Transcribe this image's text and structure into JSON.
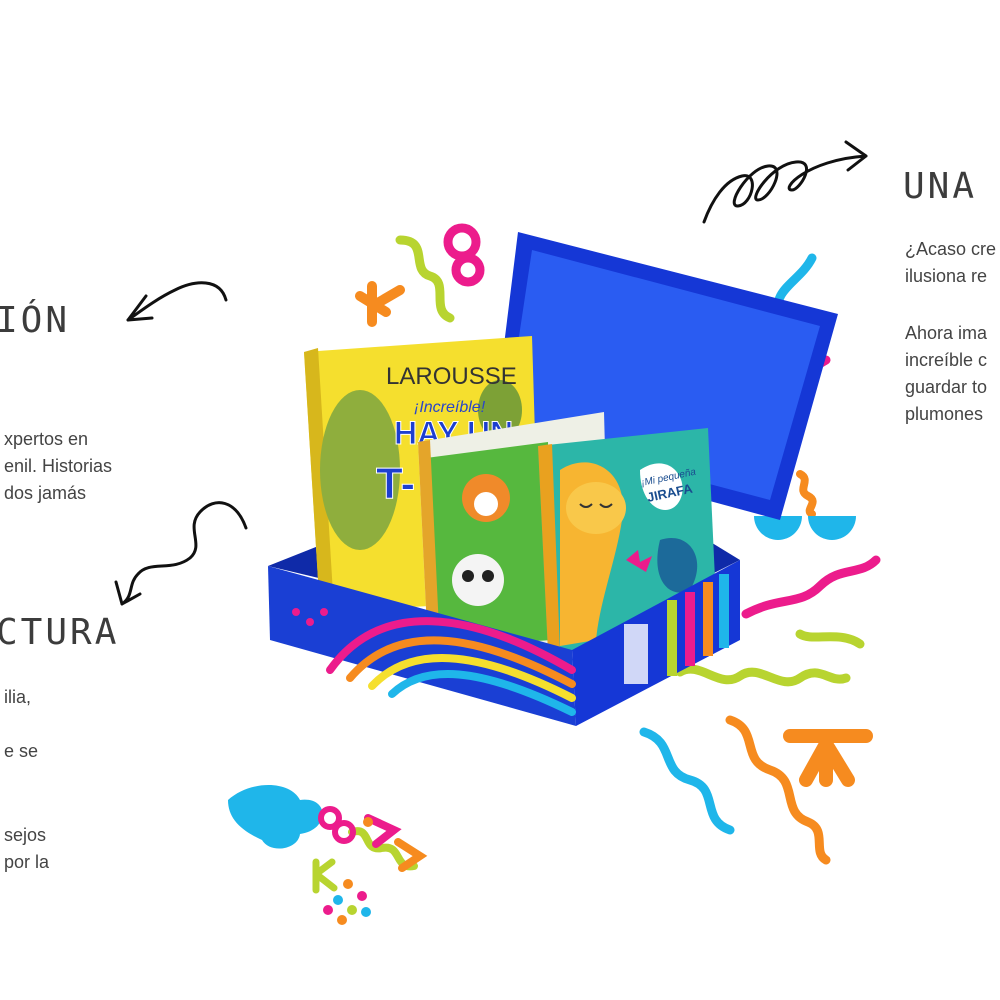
{
  "left": {
    "heading_1": "IÓN",
    "para_1": [
      "xpertos en",
      "enil. Historias",
      "dos jamás"
    ],
    "heading_2": "CTURA",
    "para_2a": [
      "ilia,"
    ],
    "para_2b": [
      "e se"
    ],
    "para_2c": [
      "sejos",
      "por la"
    ]
  },
  "right": {
    "heading": "UNA I",
    "para_1": [
      "¿Acaso cre",
      "ilusiona re"
    ],
    "para_2": [
      "Ahora ima",
      "increíble c",
      "guardar to",
      "plumones"
    ]
  },
  "books": {
    "book1_brand": "LAROUSSE",
    "book1_sub": "¡Increíble!",
    "book1_title": "HAY UN",
    "book1_title2": "T-",
    "book3_pre": "¡Mi pequeña",
    "book3_title": "JIRAFA"
  },
  "colors": {
    "box_blue": "#1537d6",
    "pink": "#ec1c8c",
    "lime": "#b8d430",
    "cyan": "#1fb6ea",
    "orange": "#f68b1f"
  }
}
